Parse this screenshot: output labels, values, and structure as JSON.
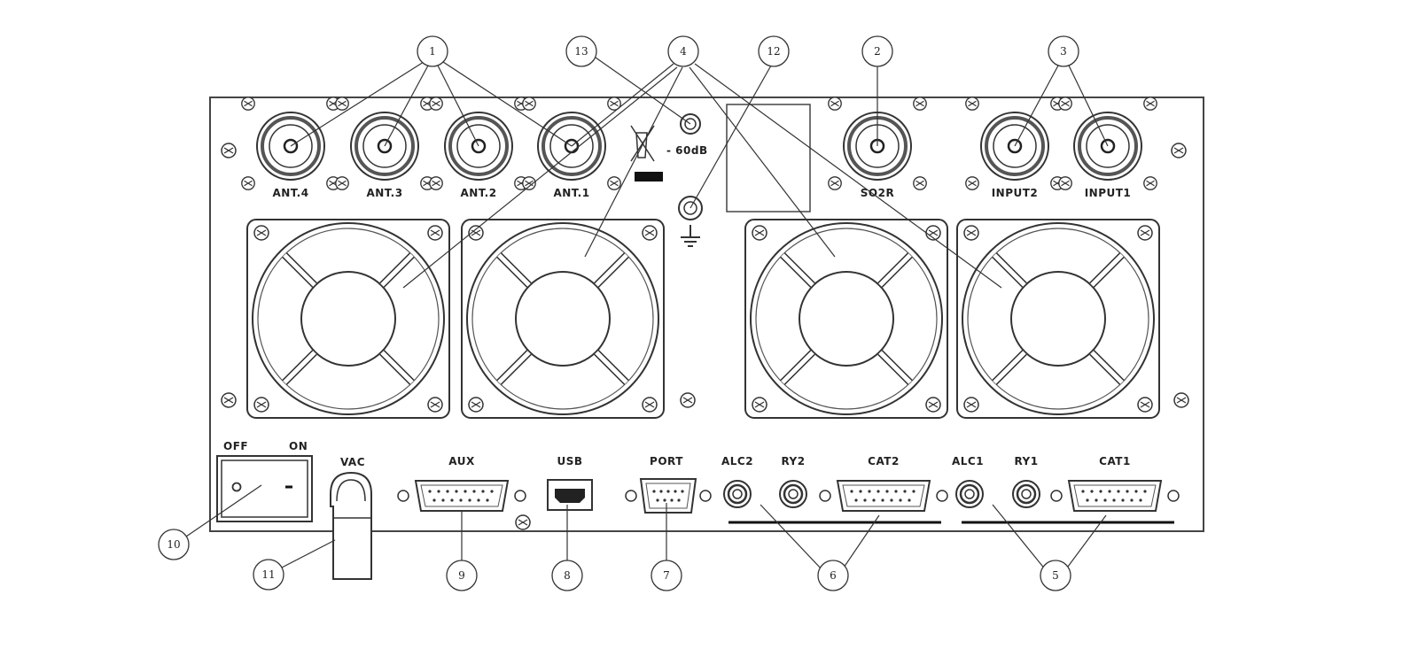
{
  "diagram": {
    "callouts": [
      "1",
      "2",
      "3",
      "4",
      "5",
      "6",
      "7",
      "8",
      "9",
      "10",
      "11",
      "12",
      "13"
    ],
    "antenna_labels": [
      "ANT.4",
      "ANT.3",
      "ANT.2",
      "ANT.1"
    ],
    "so2r_label": "SO2R",
    "input_labels": [
      "INPUT2",
      "INPUT1"
    ],
    "minus60_label": "- 60dB",
    "switch_off": "OFF",
    "switch_on": "ON",
    "vac_label": "VAC",
    "aux_label": "AUX",
    "usb_label": "USB",
    "port_label": "PORT",
    "alc2_label": "ALC2",
    "ry2_label": "RY2",
    "cat2_label": "CAT2",
    "alc1_label": "ALC1",
    "ry1_label": "RY1",
    "cat1_label": "CAT1"
  }
}
